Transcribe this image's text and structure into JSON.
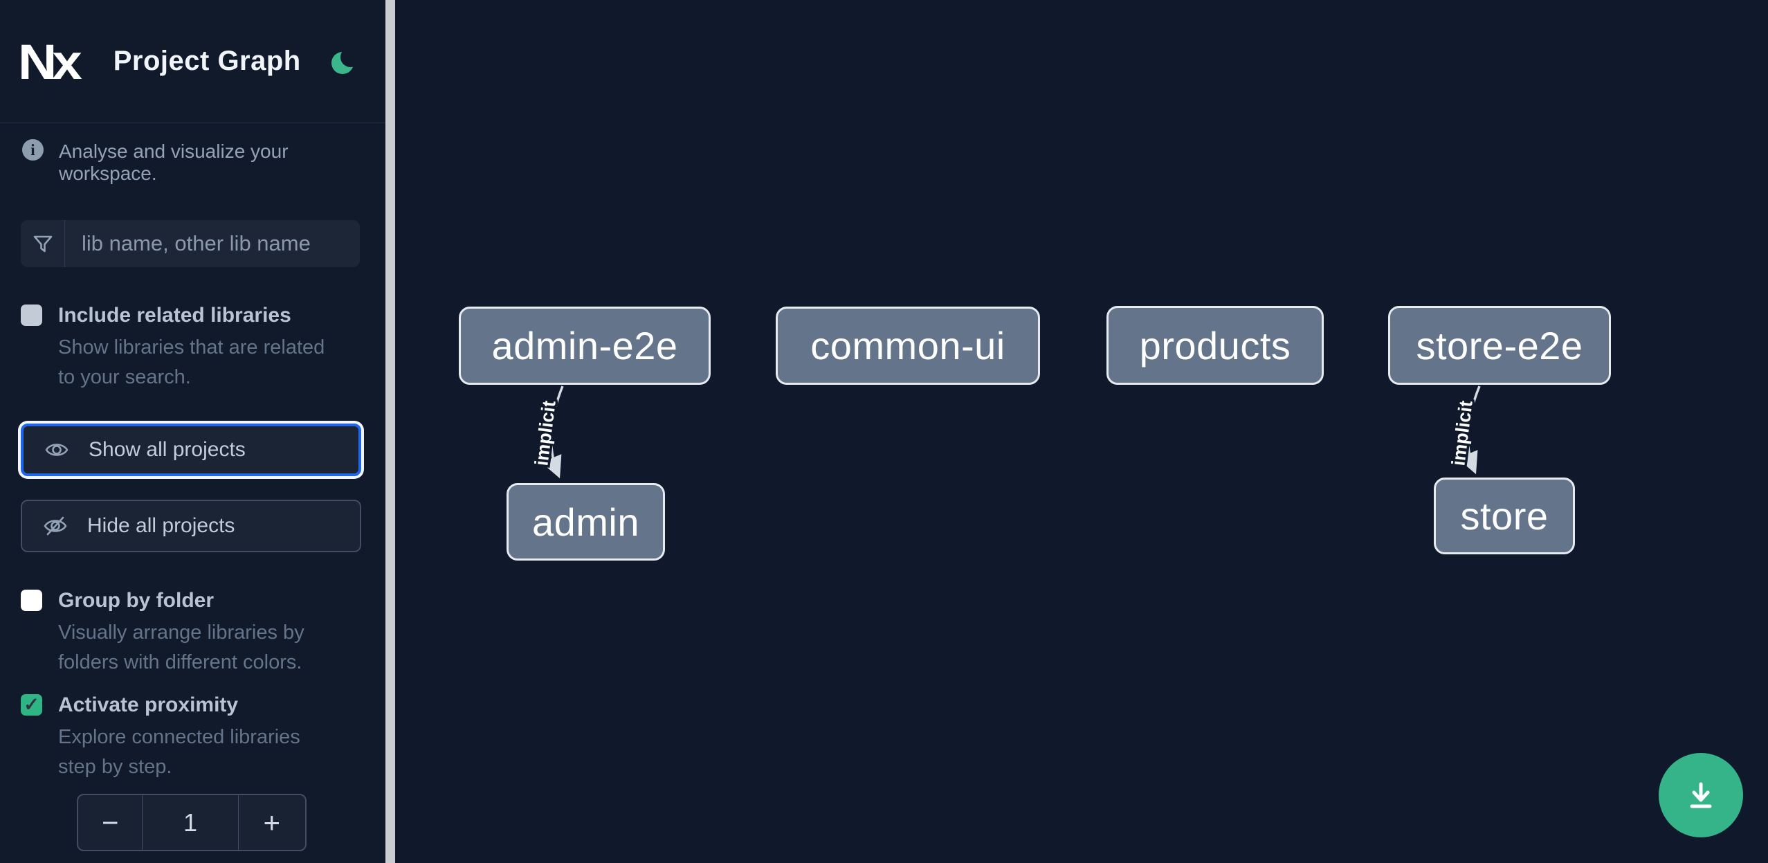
{
  "header": {
    "logo": "Nx",
    "title": "Project Graph"
  },
  "sidebar": {
    "info": "Analyse and visualize your workspace.",
    "search_placeholder": "lib name, other lib name",
    "options": [
      {
        "label": "Include related libraries",
        "description": "Show libraries that are related to your search.",
        "checked": false
      },
      {
        "label": "Group by folder",
        "description": "Visually arrange libraries by folders with different colors.",
        "checked": false
      },
      {
        "label": "Activate proximity",
        "description": "Explore connected libraries step by step.",
        "checked": true
      }
    ],
    "buttons": {
      "show_all": "Show all projects",
      "hide_all": "Hide all projects"
    },
    "stepper": {
      "decrement": "−",
      "value": "1",
      "increment": "+"
    },
    "checkmark": "✓"
  },
  "graph": {
    "nodes": [
      {
        "label": "admin-e2e"
      },
      {
        "label": "common-ui"
      },
      {
        "label": "products"
      },
      {
        "label": "store-e2e"
      },
      {
        "label": "admin"
      },
      {
        "label": "store"
      }
    ],
    "edges": [
      {
        "from": "admin-e2e",
        "to": "admin",
        "label": "implicit"
      },
      {
        "from": "store-e2e",
        "to": "store",
        "label": "implicit"
      }
    ]
  },
  "colors": {
    "accent_green": "#35b489",
    "focus_blue": "#2166e6",
    "node_fill": "#64748b",
    "edge_gray": "#d5dbe3"
  }
}
